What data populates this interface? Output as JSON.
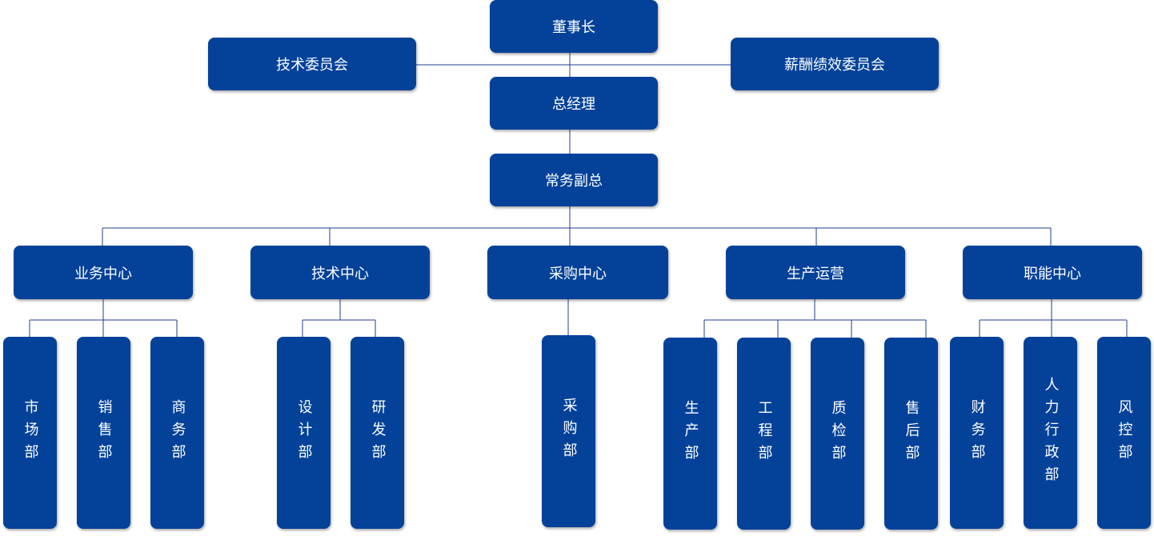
{
  "chairman": "董事长",
  "committees": {
    "tech": "技术委员会",
    "salary": "薪酬绩效委员会"
  },
  "gm": "总经理",
  "evp": "常务副总",
  "centers": [
    {
      "name": "业务中心",
      "departments": [
        "市场部",
        "销售部",
        "商务部"
      ]
    },
    {
      "name": "技术中心",
      "departments": [
        "设计部",
        "研发部"
      ]
    },
    {
      "name": "采购中心",
      "departments": [
        "采购部"
      ]
    },
    {
      "name": "生产运营",
      "departments": [
        "生产部",
        "工程部",
        "质检部",
        "售后部"
      ]
    },
    {
      "name": "职能中心",
      "departments": [
        "财务部",
        "人力行政部",
        "风控部"
      ]
    }
  ],
  "colors": {
    "box": "#04429a",
    "line": "#1f3f8a",
    "text": "#ffffff"
  }
}
